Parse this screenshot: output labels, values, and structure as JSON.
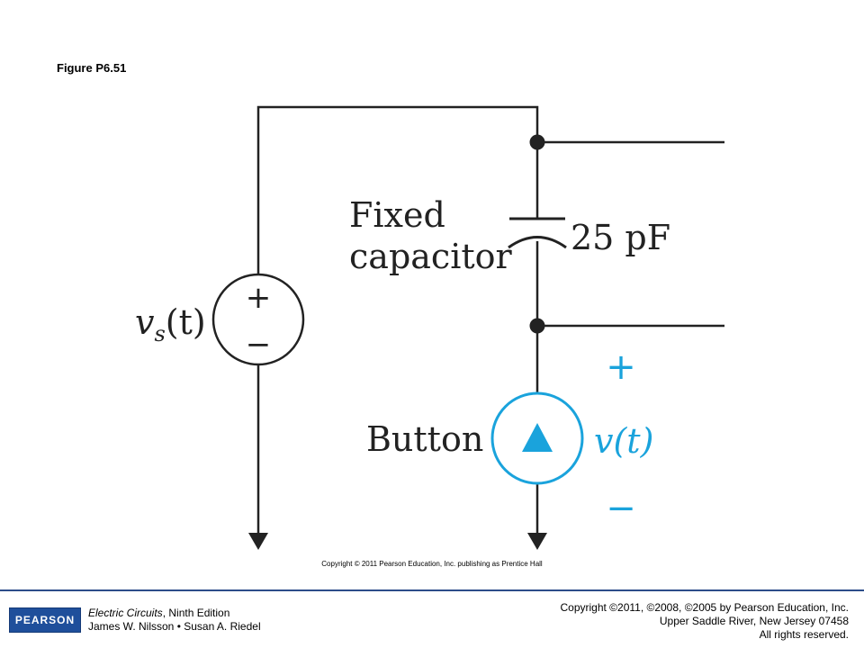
{
  "figure": {
    "title": "Figure P6.51"
  },
  "circuit": {
    "capacitor_label_line1": "Fixed",
    "capacitor_label_line2": "capacitor",
    "capacitor_value": "25 pF",
    "source_label_v": "v",
    "source_label_sub": "s",
    "source_label_arg": "(t)",
    "source_plus": "+",
    "source_minus": "−",
    "button_label": "Button",
    "output_label": "v(t)",
    "output_plus": "+",
    "output_minus": "−",
    "colors": {
      "wire": "#222222",
      "button": "#1aa3dc"
    }
  },
  "credit": "Copyright © 2011 Pearson Education, Inc. publishing as Prentice Hall",
  "footer": {
    "logo_text": "PEARSON",
    "book_title": "Electric Circuits",
    "book_edition": ", Ninth Edition",
    "authors": "James W. Nilsson • Susan A. Riedel",
    "rights_line1": "Copyright ©2011, ©2008, ©2005 by Pearson Education, Inc.",
    "rights_line2": "Upper Saddle River, New Jersey 07458",
    "rights_line3": "All rights reserved."
  }
}
